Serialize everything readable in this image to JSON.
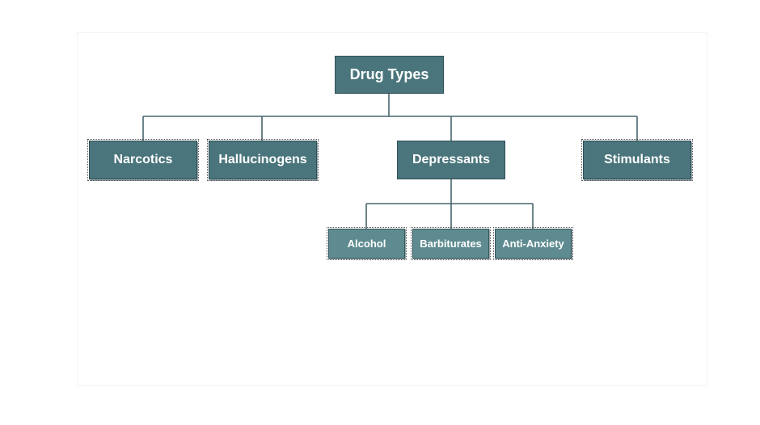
{
  "diagram": {
    "root": {
      "label": "Drug Types"
    },
    "categories": [
      {
        "label": "Narcotics"
      },
      {
        "label": "Hallucinogens"
      },
      {
        "label": "Depressants"
      },
      {
        "label": "Stimulants"
      }
    ],
    "depressant_subtypes": [
      {
        "label": "Alcohol"
      },
      {
        "label": "Barbiturates"
      },
      {
        "label": "Anti-Anxiety"
      }
    ]
  },
  "colors": {
    "node_fill": "#4a757c",
    "subnode_fill": "#5e8b90",
    "connector": "#47656d",
    "text": "#ffffff"
  }
}
